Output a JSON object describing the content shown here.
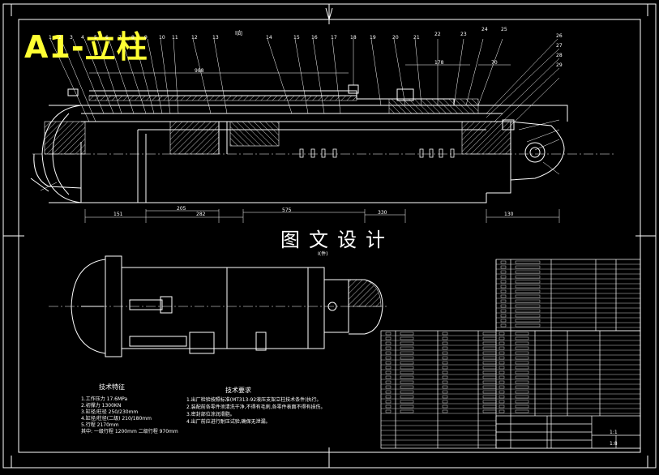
{
  "drawing": {
    "title_label": "A1-立柱",
    "watermark": "图文设计",
    "view_label": "I向",
    "view_label_2": "I(件)",
    "part_numbers_top": [
      "1",
      "2",
      "3",
      "4",
      "5",
      "6",
      "7",
      "8",
      "9",
      "10",
      "11",
      "12",
      "13",
      "14",
      "15",
      "16",
      "17",
      "18",
      "19",
      "20",
      "21",
      "22",
      "23",
      "24",
      "25",
      "26",
      "27",
      "28",
      "29"
    ],
    "dimensions": {
      "d1": "151",
      "d2": "205",
      "d3": "282",
      "d4": "575",
      "d5": "330",
      "d6": "130",
      "d7": "178",
      "d8": "70",
      "d9": "988"
    }
  },
  "tech_specs": {
    "title": "技术特征",
    "lines": [
      "1.工作压力      17.6MPa",
      "2.初撑力        1300KN",
      "3.缸径/柱径     250/230mm",
      "4.缸径/柱径(二级) 210/180mm",
      "5.行程  2170mm",
      "  其中:  一级行程 1200mm  二级行程 970mm"
    ]
  },
  "tech_requirements": {
    "title": "技术要求",
    "lines": [
      "1.出厂检验按照标准(MT313-92液压支架立柱技术条件)执行。",
      "2.装配前各零件须清洗干净,不得有毛刺,各零件表面不得有损伤。",
      "3.密封部位涂润滑脂。",
      "4.出厂前应进行耐压试验,确保无泄漏。"
    ]
  },
  "title_block": {
    "scale": "1:1",
    "sheet": "1:8"
  }
}
